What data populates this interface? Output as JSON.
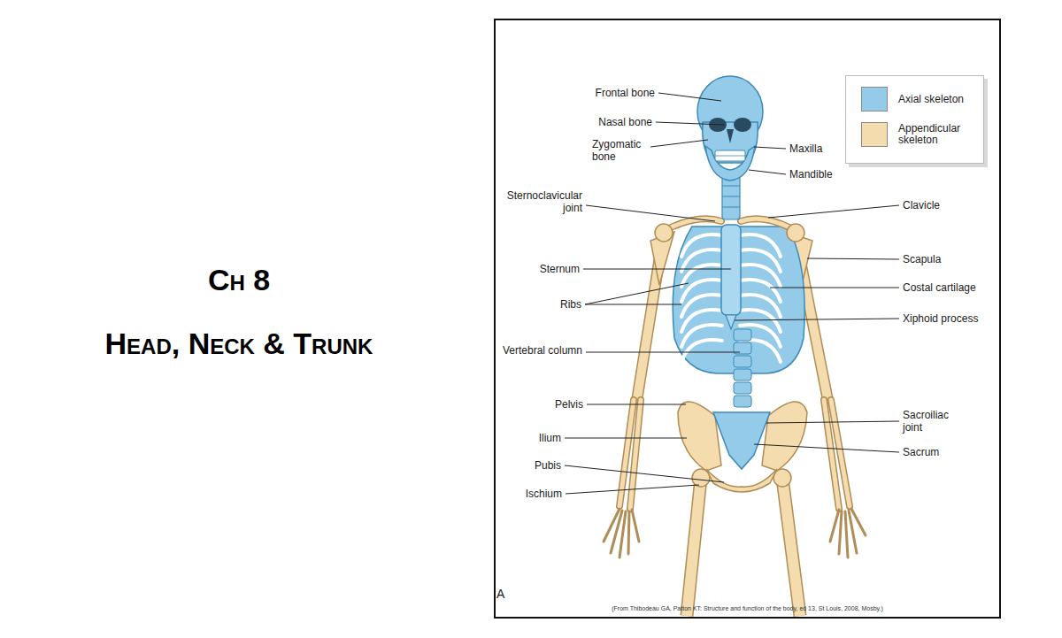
{
  "diagram": {
    "title": "Head, Neck & Trunk",
    "caption": "(From Thibodeau GA, Patton KT: Structure and function of the body, ed 13, St Louis, 2008, Mosby.)",
    "labels": [
      "Ch 8",
      "Frontal bone",
      "Nasal bone",
      "Maxilla",
      "Zygomatic bone",
      "Mandible",
      "Sternoclavicular joint",
      "Clavicle",
      "Scapula",
      "Sternum",
      "Costal cartilage",
      "Ribs",
      "Xiphoid process",
      "Vertebral column",
      "Pelvis",
      "Sacroiliac joint",
      "Ilium",
      "Sacrum",
      "Pubis",
      "Ischium",
      "A"
    ],
    "legend": [
      {
        "text": "Axial skeleton",
        "color": "#93cbe9"
      },
      {
        "text": "Appendicular skeleton",
        "color": "#f4dcae"
      }
    ]
  }
}
